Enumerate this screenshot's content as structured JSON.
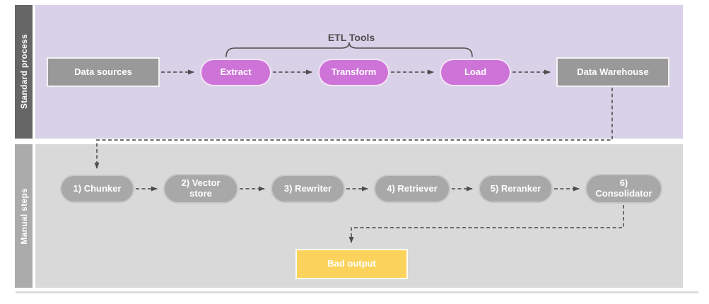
{
  "lanes": {
    "standard": {
      "label": "Standard process"
    },
    "manual": {
      "label": "Manual steps"
    }
  },
  "nodes": {
    "data_sources": {
      "label": "Data sources"
    },
    "extract": {
      "label": "Extract"
    },
    "transform": {
      "label": "Transform"
    },
    "load": {
      "label": "Load"
    },
    "data_warehouse": {
      "label": "Data Warehouse"
    },
    "chunker": {
      "label": "1) Chunker"
    },
    "vector_store": {
      "label": "2) Vector\nstore"
    },
    "rewriter": {
      "label": "3) Rewriter"
    },
    "retriever": {
      "label": "4) Retriever"
    },
    "reranker": {
      "label": "5) Reranker"
    },
    "consolidator": {
      "label": "6)\nConsolidator"
    },
    "bad_output": {
      "label": "Bad output"
    }
  },
  "annotations": {
    "etl_tools": "ETL Tools"
  },
  "colors": {
    "lane1_bg": "#d8d1e8",
    "lane1_bar": "#666666",
    "lane2_bg": "#d9d9d9",
    "lane2_bar": "#ababab",
    "etl_pill": "#ce73d8",
    "gray_box": "#999999",
    "manual_pill": "#a8a8a8",
    "bad_output": "#fbd35c",
    "connector": "#595959",
    "arrowhead": "#4d4d4d",
    "annotation_text": "#4d4d4d",
    "node_text": "#ffffff"
  }
}
